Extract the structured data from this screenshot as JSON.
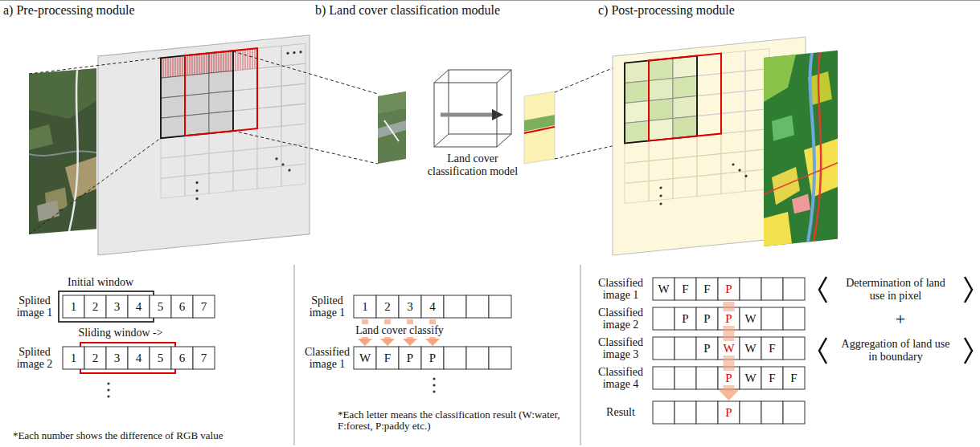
{
  "diagram": {
    "nodes": [
      {
        "text": [
          "Land cover classification model"
        ]
      },
      {
        "text": [
          "Determination of land use in pixel"
        ]
      },
      {
        "text": [
          "Aggregation of land use in boundary"
        ]
      }
    ],
    "labels": [
      "a) Pre-processing module",
      "b) Land cover classification module",
      "c) Post-processing module",
      "Initial window",
      "Splited image 1",
      "1",
      "2",
      "3",
      "4",
      "5",
      "6",
      "7",
      "Sliding window ->",
      "Splited image 2",
      "1",
      "2",
      "3",
      "4",
      "5",
      "6",
      "7",
      "*Each number shows the difference of RGB value",
      "Splited image 1",
      "1",
      "2",
      "3",
      "4",
      "Land cover classify",
      "Classified image 1",
      "W",
      "F",
      "P",
      "P",
      "*Each letter means the classification result (W:water, F:forest, P:paddy etc.)",
      "Classified image 1",
      "W",
      "F",
      "F",
      "P",
      "Classified image 2",
      "P",
      "P",
      "P",
      "W",
      "Classified image 3",
      "P",
      "W",
      "W",
      "F",
      "Classified image 4",
      "P",
      "W",
      "F",
      "F",
      "Result",
      "P",
      "+"
    ]
  }
}
